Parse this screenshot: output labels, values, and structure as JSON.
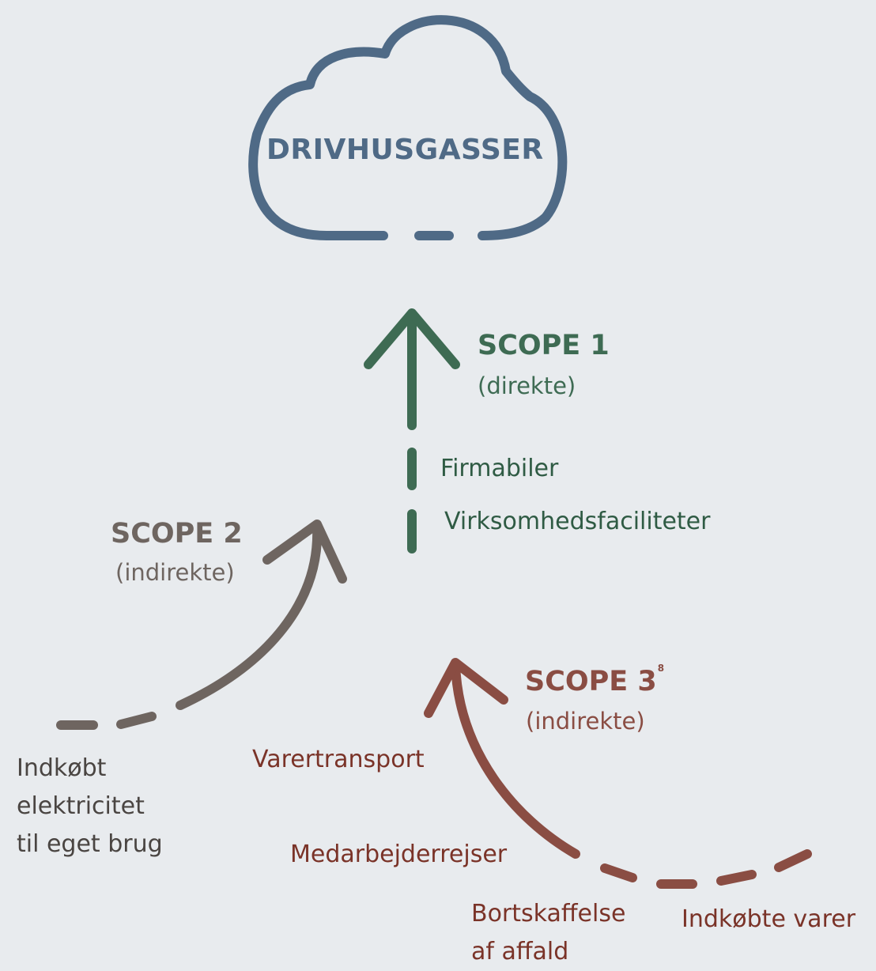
{
  "title": "DRIVHUSGASSER",
  "colors": {
    "background": "#e8ebee",
    "cloud": "#4f6a86",
    "scope1": "#3e6b53",
    "scope1_text": "#2f5b44",
    "scope2": "#6e6560",
    "scope2_text": "#4a4542",
    "scope3": "#8a4d43",
    "scope3_text": "#7a3328"
  },
  "scope1": {
    "title": "SCOPE 1",
    "subtitle": "(direkte)",
    "items": [
      "Firmabiler",
      "Virksomhedsfaciliteter"
    ]
  },
  "scope2": {
    "title": "SCOPE 2",
    "subtitle": "(indirekte)",
    "items": [
      [
        "Indkøbt",
        "elektricitet",
        "til eget brug"
      ]
    ]
  },
  "scope3": {
    "title": "SCOPE 3",
    "footnote": "8",
    "subtitle": "(indirekte)",
    "items": [
      "Varertransport",
      "Medarbejderrejser",
      [
        "Bortskaffelse",
        "af affald"
      ],
      "Indkøbte varer"
    ]
  }
}
